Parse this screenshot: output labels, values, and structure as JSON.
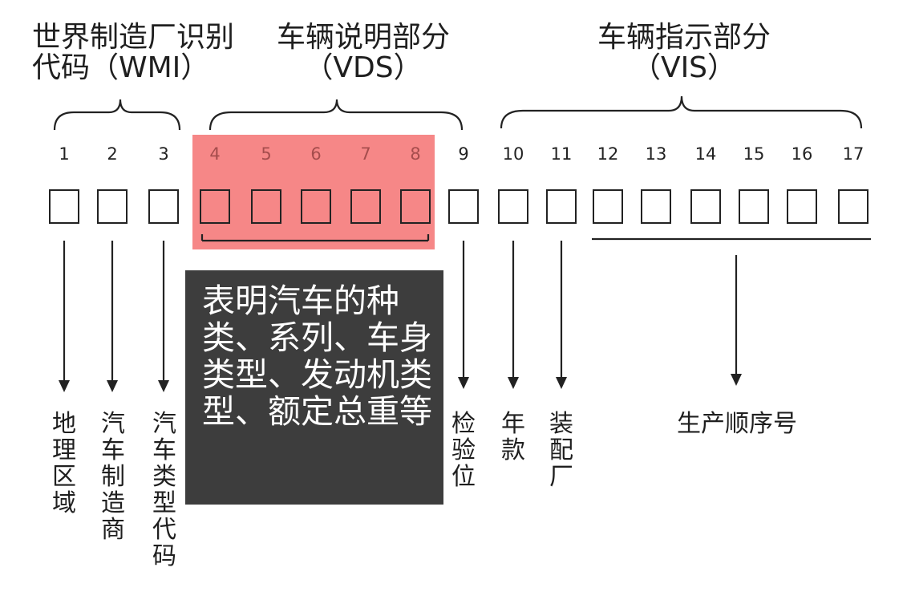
{
  "groups": {
    "wmi": {
      "line1": "世界制造厂识别",
      "line2": "代码（WMI）"
    },
    "vds": {
      "line1": "车辆说明部分",
      "line2": "（VDS）"
    },
    "vis": {
      "line1": "车辆指示部分",
      "line2": "（VIS）"
    }
  },
  "positions": [
    "1",
    "2",
    "3",
    "4",
    "5",
    "6",
    "7",
    "8",
    "9",
    "10",
    "11",
    "12",
    "13",
    "14",
    "15",
    "16",
    "17"
  ],
  "meanings": {
    "p1": "地理区域",
    "p2": "汽车制造商",
    "p3": "汽车类型代码",
    "vds_description": "表明汽车的种类、系列、车身类型、发动机类型、额定总重等",
    "p9": "检验位",
    "p10": "年款",
    "p11": "装配厂",
    "vis_serial": "生产顺序号"
  },
  "colors": {
    "vds_highlight": "#f57676",
    "description_panel": "#3d3d3d",
    "line": "#222222"
  }
}
